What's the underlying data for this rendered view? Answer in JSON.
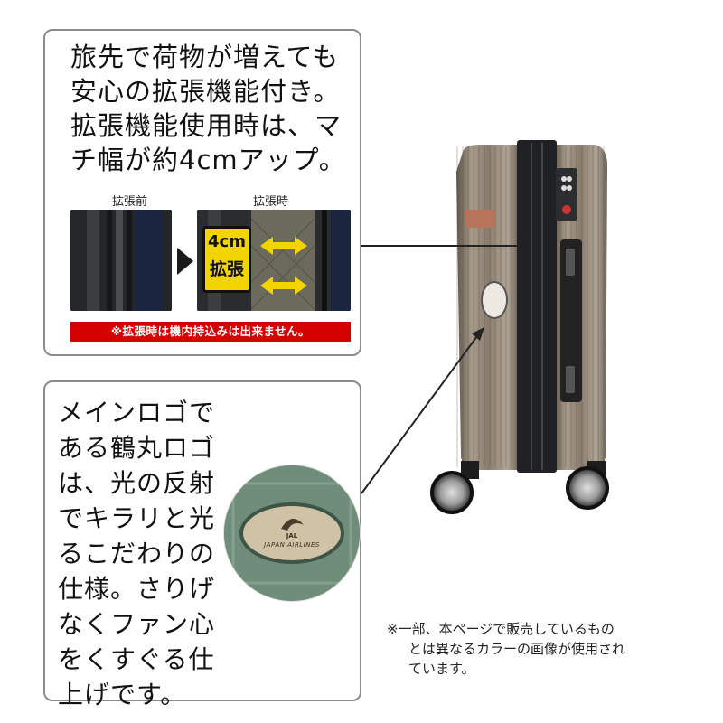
{
  "expansion_callout": {
    "text": "旅先で荷物が増えても\n安心の拡張機能付き。\n拡張機能使用時は、マ\nチ幅が約4cmアップ。",
    "label_before": "拡張前",
    "label_after": "拡張時",
    "badge_size": "4cm",
    "badge_word": "拡張",
    "warning": "※拡張時は機内持込みは出来ません。"
  },
  "logo_callout": {
    "text": "メインロゴで\nある鶴丸ロゴ\nは、光の反射\nでキラリと光\nるこだわりの\n仕様。さりげ\nなくファン心\nをくすぐる仕\n上げです。",
    "logo_brand": "JAPAN AIRLINES",
    "logo_mark": "JAL"
  },
  "note": {
    "line1": "※一部、本ページで販売しているもの",
    "line2": "とは異なるカラーの画像が使用され",
    "line3": "ています。"
  },
  "colors": {
    "warning_red": "#d40000",
    "badge_yellow": "#f2d400",
    "suitcase_brown": "#8a7d6e"
  }
}
